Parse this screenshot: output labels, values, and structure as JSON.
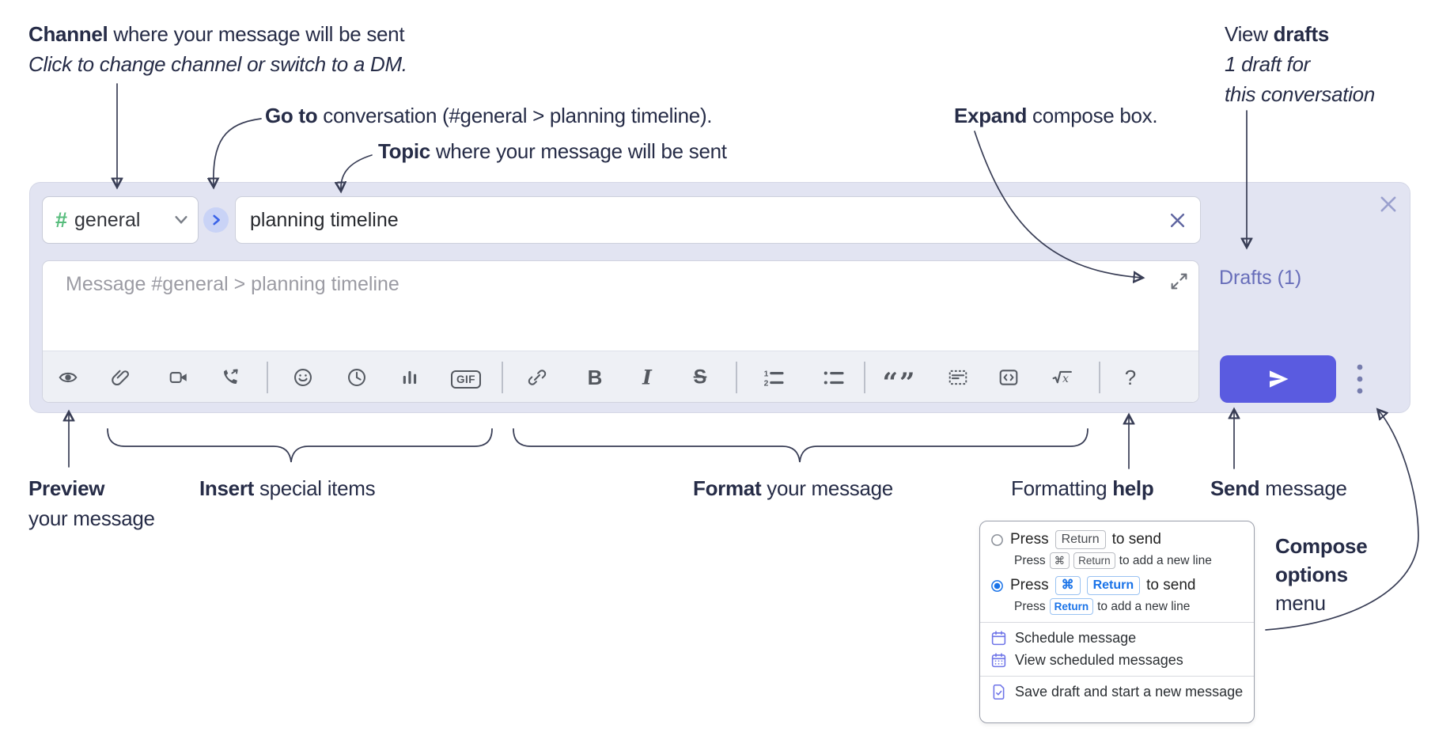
{
  "annotations": {
    "channel": {
      "bold": "Channel",
      "rest": " where your message will be sent",
      "line2": "Click to change channel or switch to a DM."
    },
    "goto": {
      "bold": "Go to",
      "rest": " conversation (#general > planning timeline)."
    },
    "topic": {
      "bold": "Topic",
      "rest": " where your message will be sent"
    },
    "expand": {
      "bold": "Expand",
      "rest": " compose box."
    },
    "view_drafts": {
      "pre": "View ",
      "bold": "drafts",
      "line2": "1 draft for",
      "line3": "this conversation"
    },
    "preview": {
      "bold": "Preview",
      "line2": "your message"
    },
    "insert": {
      "bold": "Insert",
      "rest": " special items"
    },
    "format": {
      "bold": "Format",
      "rest": " your message"
    },
    "help": {
      "pre": "Formatting ",
      "bold": "help"
    },
    "send": {
      "bold": "Send",
      "rest": " message"
    },
    "compose_options": {
      "line1": "Compose",
      "line2": "options",
      "line3": "menu"
    }
  },
  "compose": {
    "channel_hash": "#",
    "channel_name": "general",
    "topic_value": "planning timeline",
    "message_placeholder": "Message #general > planning timeline",
    "drafts_label": "Drafts (1)"
  },
  "icons": {
    "gif": "GIF",
    "bold": "B",
    "italic": "I",
    "strike": "S",
    "quote": "“”",
    "math": "√x",
    "help": "?",
    "ol_1": "1",
    "ol_2": "2"
  },
  "popup": {
    "options": [
      {
        "selected": false,
        "main_pre": "Press",
        "main_keys": [
          "Return"
        ],
        "main_suf": "to send",
        "sub_pre": "Press",
        "sub_keys": [
          "⌘",
          "Return"
        ],
        "sub_suf": "to add a new line"
      },
      {
        "selected": true,
        "main_pre": "Press",
        "main_keys": [
          "⌘",
          "Return"
        ],
        "main_suf": "to send",
        "sub_pre": "Press",
        "sub_keys": [
          "Return"
        ],
        "sub_suf": "to add a new line"
      }
    ],
    "items": [
      {
        "label": "Schedule message"
      },
      {
        "label": "View scheduled messages"
      },
      {
        "label": "Save draft and start a new message"
      }
    ]
  },
  "colors": {
    "compose_bg": "#e2e4f2",
    "send_button": "#5a5be0",
    "drafts_link": "#686eba",
    "hash_green": "#58bd7d",
    "radio_blue": "#1a73e8",
    "menu_icon_indigo": "#6e74e8",
    "annotation_text": "#262c47",
    "toolbar_icon": "#565b63"
  }
}
